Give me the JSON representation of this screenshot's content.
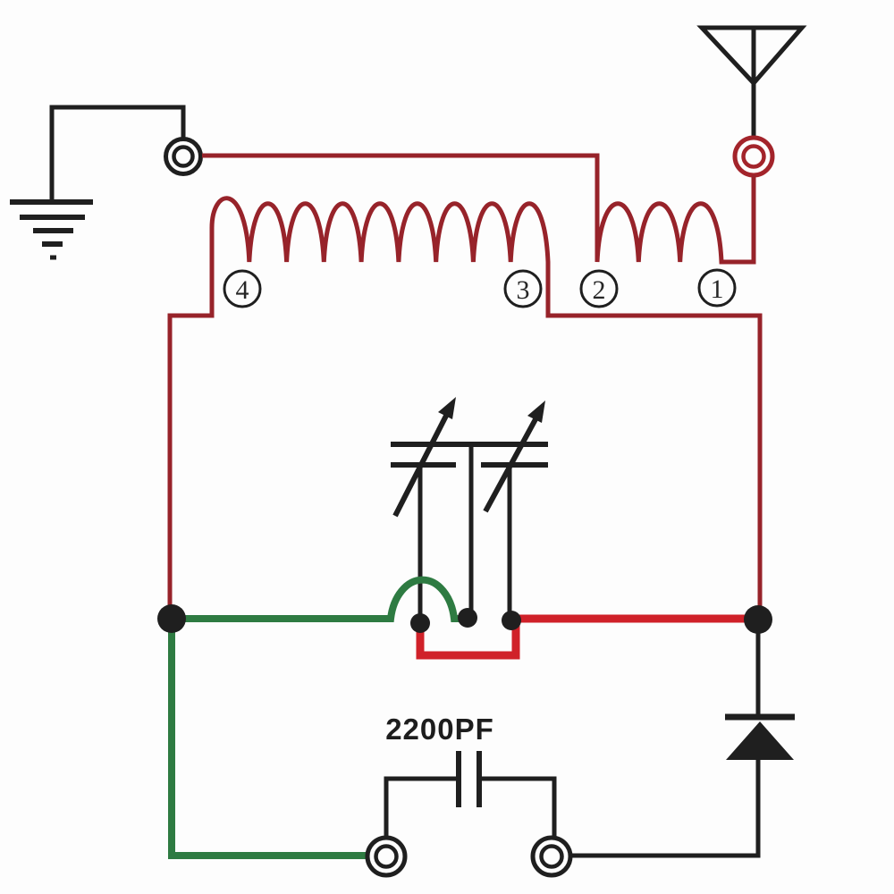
{
  "circuit": {
    "kind": "radio-receiver-schematic",
    "capacitor_label": "2200PF",
    "coil_taps": [
      {
        "label": "4"
      },
      {
        "label": "3"
      },
      {
        "label": "2"
      },
      {
        "label": "1"
      }
    ],
    "components": [
      "antenna",
      "earth-ground",
      "tapped-tuning-coil",
      "dual-variable-capacitor",
      "detector-diode",
      "fixed-capacitor-2200pf",
      "binding-posts"
    ],
    "colors": {
      "background": "#fdfdfd",
      "ink_black": "#1f1f1f",
      "coil_dark_red": "#97232a",
      "bright_red": "#d02129",
      "green": "#2e7b42",
      "terminal_red": "#a3242b"
    }
  }
}
